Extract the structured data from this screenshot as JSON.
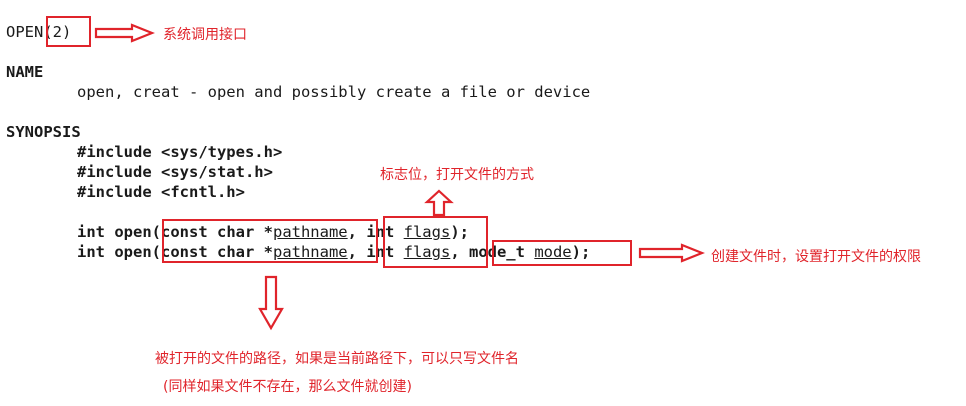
{
  "header": {
    "title": "OPEN(2)"
  },
  "name_section": {
    "heading": "NAME",
    "description": "open, creat - open and possibly create a file or device"
  },
  "synopsis": {
    "heading": "SYNOPSIS",
    "includes": [
      "#include <sys/types.h>",
      "#include <sys/stat.h>",
      "#include <fcntl.h>"
    ],
    "proto1": {
      "prefix": "int open(",
      "const_char": "const char *",
      "pathname": "pathname",
      "comma1": ", ",
      "int_kw": "int ",
      "flags": "flags",
      "end": ");"
    },
    "proto2": {
      "prefix": "int open(",
      "const_char": "const char *",
      "pathname": "pathname",
      "comma1": ", ",
      "int_kw": "int ",
      "flags": "flags",
      "comma2": ", ",
      "mode_t": "mode_t ",
      "mode": "mode",
      "end": ");"
    }
  },
  "annotations": {
    "syscall": "系统调用接口",
    "flags": "标志位，打开文件的方式",
    "mode": "创建文件时，设置打开文件的权限",
    "pathname_line1": "被打开的文件的路径，如果是当前路径下，可以只写文件名",
    "pathname_line2": "(同样如果文件不存在，那么文件就创建)"
  },
  "colors": {
    "annotation": "#e0242b",
    "text": "#1a1a1a"
  }
}
